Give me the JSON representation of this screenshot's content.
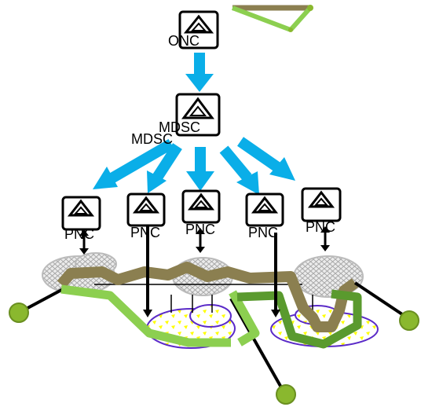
{
  "nodes": {
    "onc": {
      "label": "ONC"
    },
    "mdsc": {
      "label": "MDSC",
      "side_label": "MDSC"
    },
    "pnc": [
      {
        "label": "PNC"
      },
      {
        "label": "PNC"
      },
      {
        "label": "PNC"
      },
      {
        "label": "PNC"
      },
      {
        "label": "PNC"
      }
    ]
  },
  "colors": {
    "arrow": "#0aaee8",
    "controller_border": "#000000",
    "service_path_olive": "#8b7f50",
    "service_path_light_green": "#8ccf50",
    "service_path_dark_green": "#5a9a2e",
    "endpoint": "#8ab82e",
    "mesh_fill": "#e6e6e6",
    "domain_outline": "#5a2ac8",
    "domain_highlight": "#ffff00"
  },
  "icons": {
    "controller": "triangle-in-square-icon"
  }
}
